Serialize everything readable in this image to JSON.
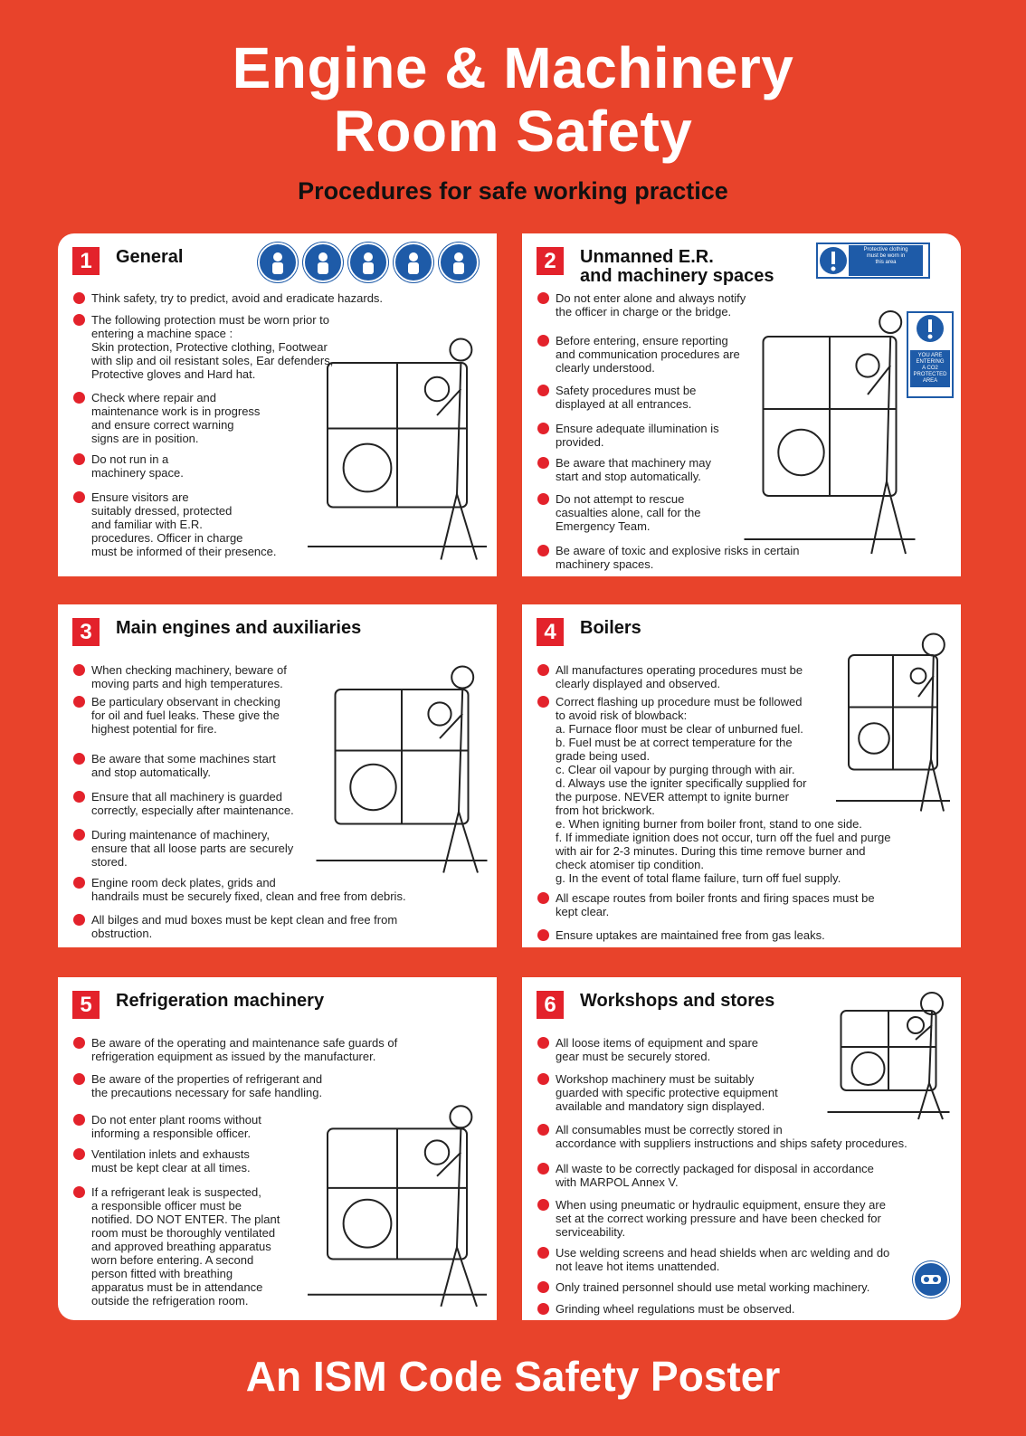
{
  "header": {
    "title_line1": "Engine & Machinery",
    "title_line2": "Room Safety",
    "subtitle": "Procedures for safe working practice"
  },
  "footer": "An ISM Code Safety Poster",
  "colors": {
    "background": "#e8432b",
    "accent_red": "#e3222b",
    "sign_blue": "#1e5ba8"
  },
  "sections": [
    {
      "number": "1",
      "heading": "General",
      "icons": [
        "protective-clothing-icon",
        "safety-boots-icon",
        "ear-defenders-icon",
        "protective-gloves-icon",
        "hard-hat-icon"
      ],
      "items": [
        "Think safety, try to predict, avoid and eradicate hazards.",
        "The following protection must be worn prior to\nentering a machine space :\nSkin protection, Protective clothing, Footwear\nwith slip and oil resistant soles, Ear defenders,\nProtective gloves and Hard hat.",
        "Check where repair and\nmaintenance work is in progress\nand ensure correct warning\nsigns are in position.",
        "Do not run in a\nmachinery space.",
        "Ensure visitors are\nsuitably dressed, protected\nand familiar with E.R.\nprocedures. Officer in charge\nmust be informed of their presence."
      ]
    },
    {
      "number": "2",
      "heading": "Unmanned E.R.\nand machinery spaces",
      "signs": [
        "Protective clothing\nmust be worn in\nthis area",
        "YOU ARE\nENTERING\nA CO2\nPROTECTED\nAREA"
      ],
      "items": [
        "Do not enter alone and always notify\nthe officer in charge or the bridge.",
        "Before entering, ensure reporting\nand communication procedures are\nclearly understood.",
        "Safety procedures must be\ndisplayed at all entrances.",
        "Ensure adequate illumination is\nprovided.",
        "Be aware that machinery may\nstart and stop automatically.",
        "Do not attempt to rescue\ncasualties alone, call for the\nEmergency Team.",
        "Be aware of toxic and explosive risks in certain\nmachinery spaces."
      ]
    },
    {
      "number": "3",
      "heading": "Main engines and auxiliaries",
      "items": [
        "When checking machinery, beware of\nmoving parts and high temperatures.",
        "Be particulary observant in checking\nfor oil and fuel leaks. These give the\nhighest potential for fire.",
        "Be aware that some machines start\nand stop automatically.",
        "Ensure that all machinery is guarded\ncorrectly, especially after maintenance.",
        "During maintenance of machinery,\nensure that all loose parts are securely\nstored.",
        "Engine room deck plates, grids and\nhandrails must be securely fixed, clean and free from debris.",
        "All bilges and mud boxes must be kept clean and free from\nobstruction."
      ]
    },
    {
      "number": "4",
      "heading": "Boilers",
      "items": [
        "All manufactures operating procedures must be\nclearly displayed and observed.",
        "Correct flashing up procedure must be followed\nto avoid risk of blowback:",
        "All escape routes from boiler fronts and firing spaces must be\nkept clear.",
        "Ensure uptakes are maintained free from gas leaks."
      ],
      "subitems": [
        "a. Furnace floor must be clear of unburned fuel.",
        "b. Fuel must be at correct temperature for the\n     grade being used.",
        "c. Clear oil vapour by purging through with air.",
        "d. Always use the igniter specifically supplied for\n     the purpose. NEVER attempt to ignite burner\n     from hot brickwork.",
        "e. When igniting burner from boiler front, stand to one side.",
        "f. If immediate ignition does not occur, turn off the fuel and purge\n    with air for 2-3 minutes. During this time remove burner and\n    check atomiser tip condition.",
        "g. In the event of total flame failure, turn off fuel supply."
      ]
    },
    {
      "number": "5",
      "heading": "Refrigeration machinery",
      "items": [
        "Be aware of the operating and maintenance safe guards of\nrefrigeration equipment as issued by the manufacturer.",
        "Be aware of the properties of refrigerant and\nthe precautions necessary for safe handling.",
        "Do not enter plant rooms without\ninforming a responsible officer.",
        "Ventilation inlets and exhausts\nmust be kept clear at all times.",
        "If a refrigerant leak is suspected,\na responsible officer must be\nnotified. DO NOT ENTER. The plant\nroom must be thoroughly ventilated\nand approved breathing apparatus\nworn before entering. A second\nperson fitted with breathing\napparatus must be in attendance\noutside the refrigeration room."
      ]
    },
    {
      "number": "6",
      "heading": "Workshops and stores",
      "icons": [
        "eye-protection-icon"
      ],
      "items": [
        "All loose items of equipment and spare\ngear must be securely stored.",
        "Workshop machinery must be suitably\nguarded with specific protective equipment\navailable and mandatory sign displayed.",
        "All consumables must be correctly stored in\naccordance with suppliers instructions and ships safety procedures.",
        "All waste to be correctly packaged for disposal in accordance\nwith MARPOL Annex V.",
        "When using pneumatic or hydraulic equipment, ensure they are\nset at the correct working pressure and have been checked for\nserviceability.",
        "Use welding screens and head shields when arc welding and do\nnot leave hot items unattended.",
        "Only trained personnel should use metal working machinery.",
        "Grinding wheel regulations must be observed."
      ]
    }
  ]
}
